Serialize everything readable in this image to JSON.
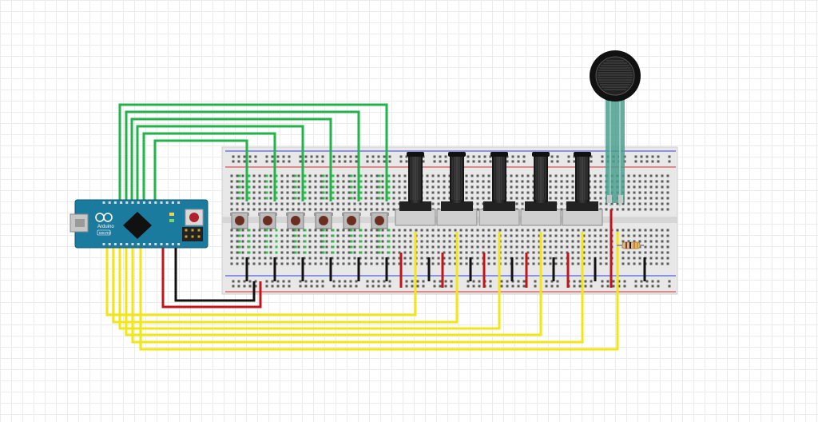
{
  "board": {
    "brand_label": "Arduino",
    "model_label": "MICRO"
  },
  "wire_colors": {
    "signal_button": "#22b34a",
    "signal_analog": "#f2e614",
    "power": "#c0161b",
    "ground": "#111111"
  },
  "components": {
    "push_buttons": 6,
    "potentiometers": 5,
    "force_sensor": 1,
    "resistor": 1
  }
}
